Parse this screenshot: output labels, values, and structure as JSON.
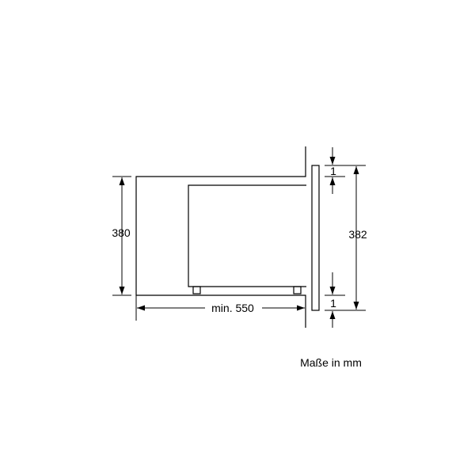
{
  "diagram": {
    "dim_height_cavity": "380",
    "dim_height_front": "382",
    "dim_depth": "min. 550",
    "dim_gap_top": "1",
    "dim_gap_bottom": "1",
    "units_note": "Maße in mm"
  },
  "colors": {
    "line": "#000000",
    "background": "#ffffff"
  }
}
